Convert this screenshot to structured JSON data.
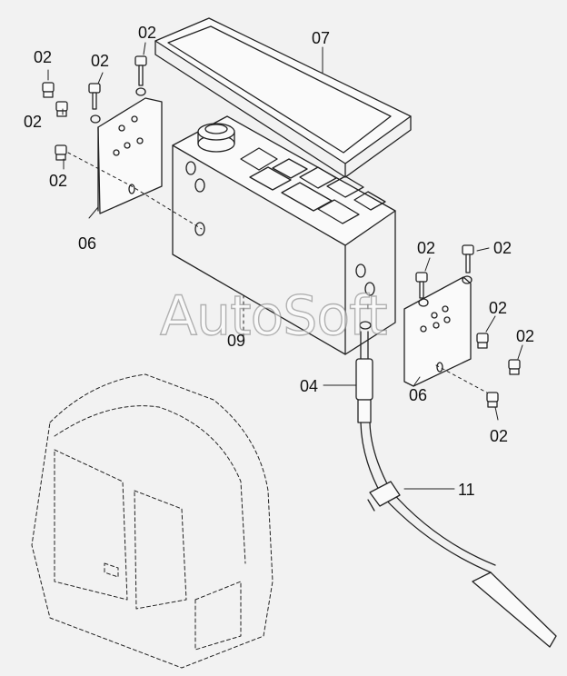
{
  "watermark": "AutoSoft",
  "callouts": [
    {
      "id": "c1",
      "text": "02"
    },
    {
      "id": "c2",
      "text": "02"
    },
    {
      "id": "c3",
      "text": "02"
    },
    {
      "id": "c4",
      "text": "02"
    },
    {
      "id": "c5",
      "text": "02"
    },
    {
      "id": "c6",
      "text": "07"
    },
    {
      "id": "c7",
      "text": "06"
    },
    {
      "id": "c8",
      "text": "02"
    },
    {
      "id": "c9",
      "text": "02"
    },
    {
      "id": "c10",
      "text": "02"
    },
    {
      "id": "c11",
      "text": "02"
    },
    {
      "id": "c12",
      "text": "09"
    },
    {
      "id": "c13",
      "text": "04"
    },
    {
      "id": "c14",
      "text": "06"
    },
    {
      "id": "c15",
      "text": "02"
    },
    {
      "id": "c16",
      "text": "11"
    }
  ]
}
